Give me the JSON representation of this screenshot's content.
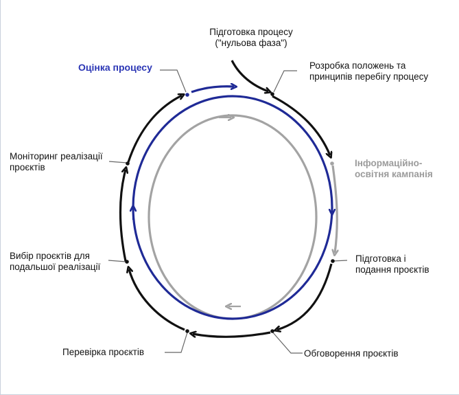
{
  "colors": {
    "black": "#111111",
    "blue": "#1f2a96",
    "gray": "#a3a3a3",
    "label_blue": "#2b36b5",
    "label_gray": "#9b9b9b"
  },
  "stages": {
    "prep": {
      "line1": "Підготовка процесу",
      "line2": "(\"нульова фаза\")"
    },
    "rules": {
      "line1": "Розробка положень та",
      "line2": "принципів перебігу процесу"
    },
    "info": {
      "line1": "Інформаційно-",
      "line2": "освітня кампанія"
    },
    "submit": {
      "line1": "Підготовка і",
      "line2": "подання проєктів"
    },
    "discuss": {
      "text": "Обговорення проєктів"
    },
    "check": {
      "text": "Перевірка проєктів"
    },
    "select": {
      "line1": "Вибір проєктів для",
      "line2": "подальшої реалізації"
    },
    "monitor": {
      "line1": "Моніторинг реалізації",
      "line2": "проєктів"
    },
    "evaluate": {
      "text": "Оцінка процесу"
    }
  }
}
